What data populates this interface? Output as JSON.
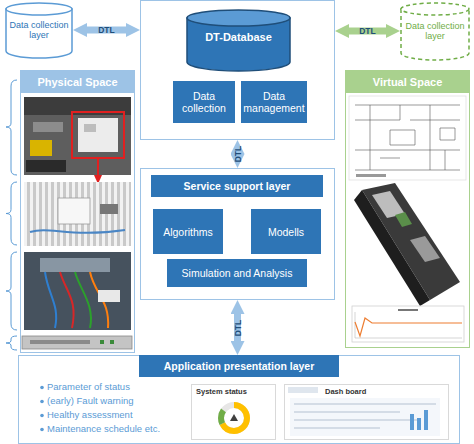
{
  "diagram": {
    "nodes": [
      {
        "text": [
          "Data collection layer"
        ]
      },
      {
        "text": [
          "DT-Database"
        ]
      },
      {
        "text": [
          "Data collection"
        ],
        "in": 1
      },
      {
        "text": [
          "Data management"
        ],
        "in": 1
      },
      {
        "text": [
          "Data collection layer"
        ]
      },
      {
        "text": [
          "Physical Space"
        ]
      },
      {
        "text": [
          "Virtual Space"
        ]
      },
      {
        "text": [
          "Service support layer"
        ]
      },
      {
        "text": [
          "Algorithms"
        ],
        "in": 7
      },
      {
        "text": [
          "Modells"
        ],
        "in": 7
      },
      {
        "text": [
          "Simulation and Analysis"
        ],
        "in": 7
      },
      {
        "text": [
          "Application presentation layer",
          "Parameter of status",
          "(early) Fault warning",
          "Healthy assessment",
          "Maintenance schedule etc."
        ]
      },
      {
        "text": [
          "System status"
        ],
        "in": 11
      },
      {
        "text": [
          "Dash board"
        ],
        "in": 11
      }
    ],
    "edges": [
      {
        "from": 0,
        "to": 1,
        "label": "DTL",
        "arrow": "both"
      },
      {
        "from": 1,
        "to": 4,
        "label": "DTL",
        "arrow": "both"
      },
      {
        "from": 1,
        "to": 7,
        "label": "DTL",
        "arrow": "both"
      },
      {
        "from": 7,
        "to": 11,
        "label": "DTL",
        "arrow": "both"
      }
    ]
  }
}
